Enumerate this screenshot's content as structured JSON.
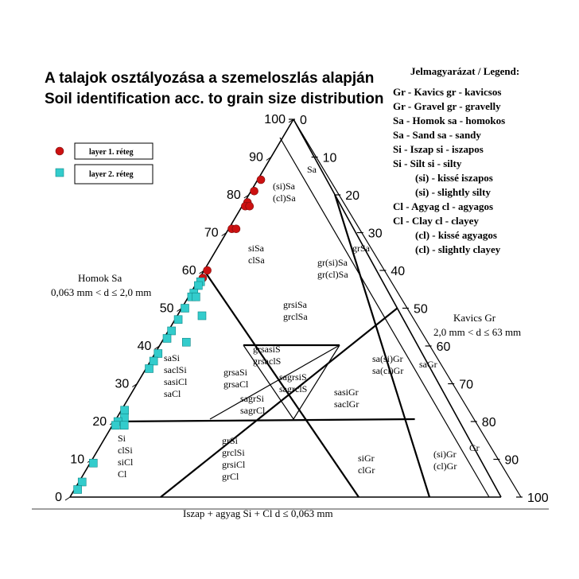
{
  "title": {
    "line1": "A talajok osztályozása a szemeloszlás alapján",
    "line2": "Soil identification acc. to grain size distribution"
  },
  "series_legend": [
    {
      "label": "layer 1. réteg",
      "marker": "circle",
      "color": "#cc1111"
    },
    {
      "label": "layer 2. réteg",
      "marker": "square",
      "color": "#33cccc"
    }
  ],
  "legend": {
    "heading": "Jelmagyarázat / Legend:",
    "lines": [
      "Gr - Kavics     gr - kavicsos",
      "Gr - Gravel     gr - gravelly",
      "Sa - Homok     sa - homokos",
      "Sa - Sand         sa - sandy",
      "Si - Iszap          si - iszapos",
      "Si - Silt             si - silty",
      "(si) - kissé iszapos",
      "(si) - slightly silty",
      "Cl - Agyag      cl - agyagos",
      "Cl - Clay          cl - clayey",
      "(cl) - kissé agyagos",
      "(cl) - slightly clayey"
    ]
  },
  "axes": {
    "left_label": "Homok  Sa",
    "left_range": "0,063 mm < d ≤ 2,0 mm",
    "right_label": "Kavics  Gr",
    "right_range": "2,0 mm < d ≤ 63 mm",
    "bottom_label": "Iszap + agyag   Si + Cl   d ≤ 0,063 mm",
    "left_ticks": [
      "0",
      "10",
      "20",
      "30",
      "40",
      "50",
      "60",
      "70",
      "80",
      "90",
      "100"
    ],
    "right_ticks": [
      "0",
      "10",
      "20",
      "30",
      "40",
      "50",
      "60",
      "70",
      "80",
      "90",
      "100"
    ]
  },
  "regions": [
    {
      "lines": [
        "(si)Sa",
        "(cl)Sa"
      ]
    },
    {
      "lines": [
        "Sa"
      ]
    },
    {
      "lines": [
        "siSa",
        "clSa"
      ]
    },
    {
      "lines": [
        "grSa"
      ]
    },
    {
      "lines": [
        "gr(si)Sa",
        "gr(cl)Sa"
      ]
    },
    {
      "lines": [
        "grsiSa",
        "grclSa"
      ]
    },
    {
      "lines": [
        "saSi",
        "saclSi",
        "sasiCl",
        "saCl"
      ]
    },
    {
      "lines": [
        "grsasiS",
        "grsaclS"
      ]
    },
    {
      "lines": [
        "grsaSi",
        "grsaCl"
      ]
    },
    {
      "lines": [
        "sagrsiS",
        "sagrclS"
      ]
    },
    {
      "lines": [
        "sagrSi",
        "sagrCl"
      ]
    },
    {
      "lines": [
        "sa(si)Gr",
        "sa(cl)Gr"
      ]
    },
    {
      "lines": [
        "saGr"
      ]
    },
    {
      "lines": [
        "sasiGr",
        "saclGr"
      ]
    },
    {
      "lines": [
        "Si",
        "clSi",
        "siCl",
        "Cl"
      ]
    },
    {
      "lines": [
        "grSi",
        "grclSi",
        "grsiCl",
        "grCl"
      ]
    },
    {
      "lines": [
        "siGr",
        "clGr"
      ]
    },
    {
      "lines": [
        "(si)Gr",
        "(cl)Gr"
      ]
    },
    {
      "lines": [
        "Gr"
      ]
    }
  ],
  "chart_data": {
    "type": "scatter",
    "series": [
      {
        "name": "layer 1. réteg",
        "points": [
          {
            "sand": 84,
            "gravel": 0
          },
          {
            "sand": 81,
            "gravel": 0
          },
          {
            "sand": 78,
            "gravel": 0
          },
          {
            "sand": 77,
            "gravel": 0
          },
          {
            "sand": 77,
            "gravel": 1
          },
          {
            "sand": 71,
            "gravel": 0
          },
          {
            "sand": 71,
            "gravel": 1
          },
          {
            "sand": 60,
            "gravel": 0
          },
          {
            "sand": 58,
            "gravel": 0
          }
        ]
      },
      {
        "name": "layer 2. réteg",
        "points": [
          {
            "sand": 57,
            "gravel": 0
          },
          {
            "sand": 56,
            "gravel": 0
          },
          {
            "sand": 54,
            "gravel": 0
          },
          {
            "sand": 53,
            "gravel": 0
          },
          {
            "sand": 53,
            "gravel": 1
          },
          {
            "sand": 50,
            "gravel": 0
          },
          {
            "sand": 48,
            "gravel": 5
          },
          {
            "sand": 47,
            "gravel": 0
          },
          {
            "sand": 44,
            "gravel": 0
          },
          {
            "sand": 42,
            "gravel": 0
          },
          {
            "sand": 41,
            "gravel": 5
          },
          {
            "sand": 38,
            "gravel": 0
          },
          {
            "sand": 36,
            "gravel": 0
          },
          {
            "sand": 34,
            "gravel": 0
          },
          {
            "sand": 23,
            "gravel": 0
          },
          {
            "sand": 21,
            "gravel": 1
          },
          {
            "sand": 20,
            "gravel": 0
          },
          {
            "sand": 19,
            "gravel": 0
          },
          {
            "sand": 19,
            "gravel": 2
          },
          {
            "sand": 9,
            "gravel": 0
          },
          {
            "sand": 4,
            "gravel": 0
          },
          {
            "sand": 2,
            "gravel": 0
          }
        ]
      }
    ]
  }
}
